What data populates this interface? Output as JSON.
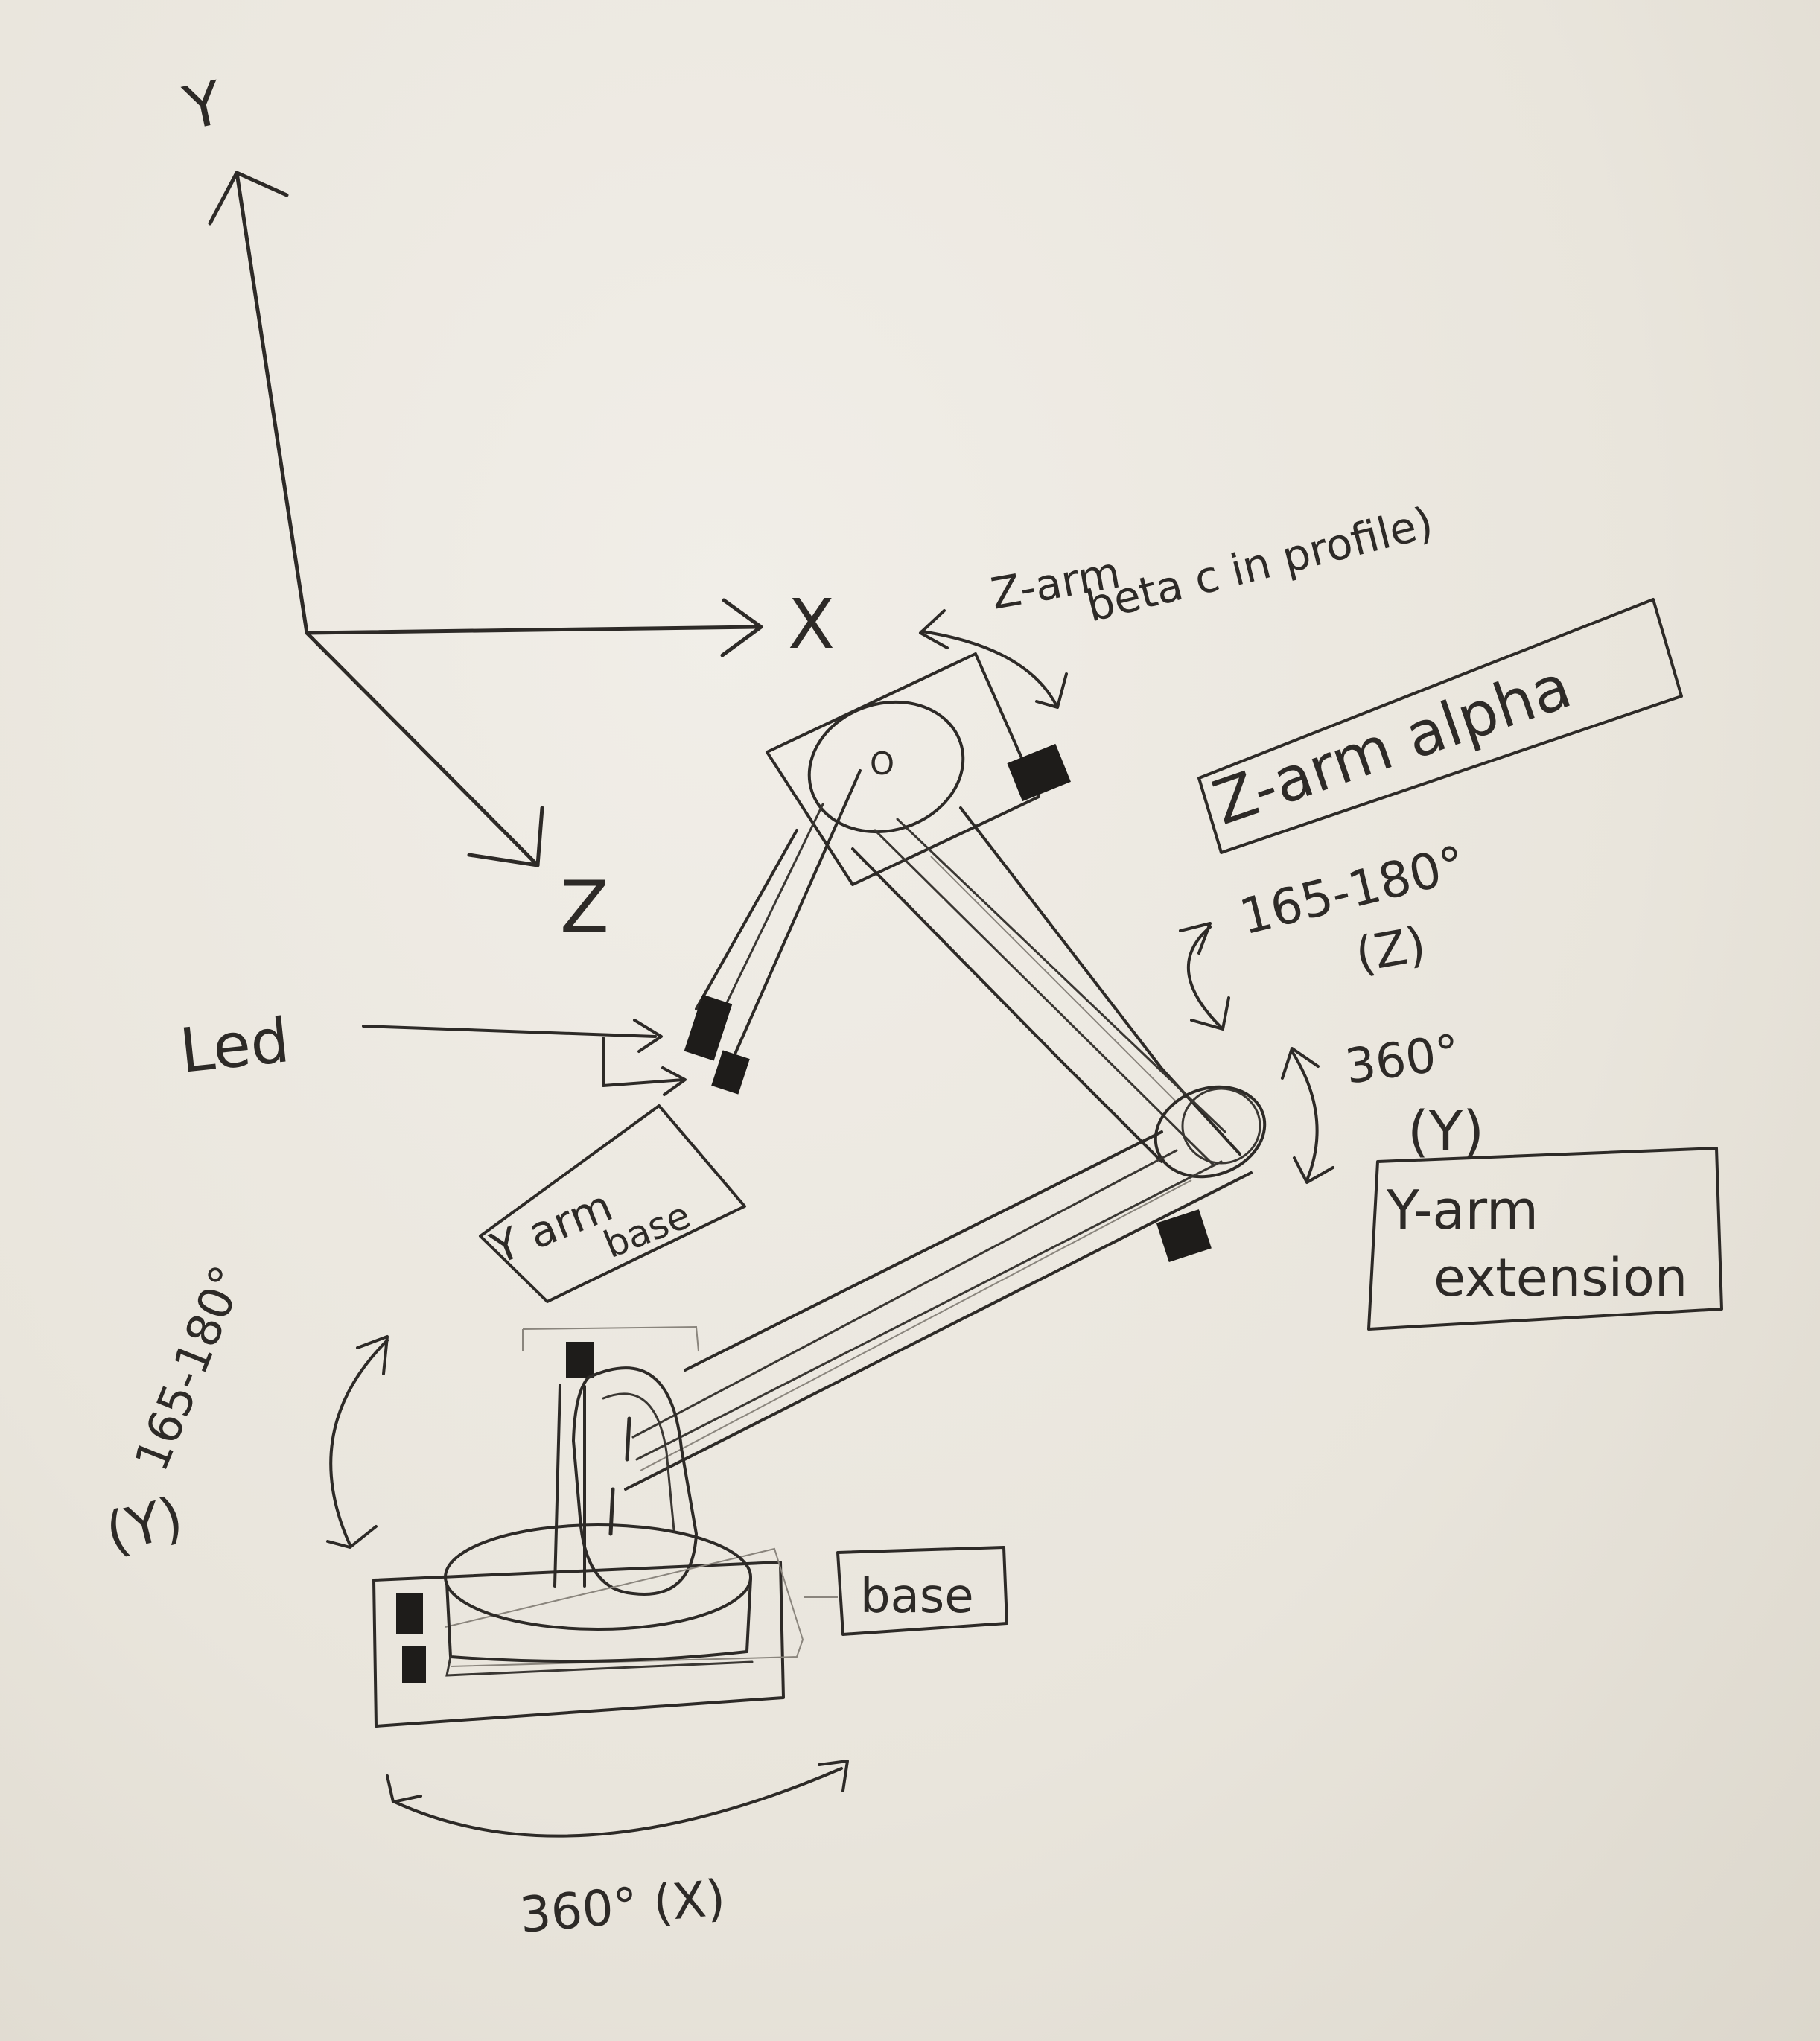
{
  "axes": {
    "y_label": "Y",
    "x_label": "X",
    "z_label": "Z"
  },
  "labels": {
    "z_arm_beta": "Z-arm",
    "z_arm_beta_note": "beta c in profile)",
    "z_arm_alpha": "Z-arm alpha",
    "z_joint_range": "165-180°",
    "z_joint_axis": "(Z)",
    "y_joint_range": "360°",
    "y_joint_axis": "(Y)",
    "y_arm_extension_line1": "Y-arm",
    "y_arm_extension_line2": "extension",
    "led": "Led",
    "y_arm_base_line1": "Y arm",
    "y_arm_base_line2": "base",
    "base_tilt_range": "165-180°",
    "base_tilt_axis": "(Y)",
    "base": "base",
    "base_rotation": "360° (X)",
    "pivot_mark": "O"
  },
  "colors": {
    "paper": "#ebe7df",
    "ink": "#2d2a27",
    "servo": "#1e1c1a"
  }
}
